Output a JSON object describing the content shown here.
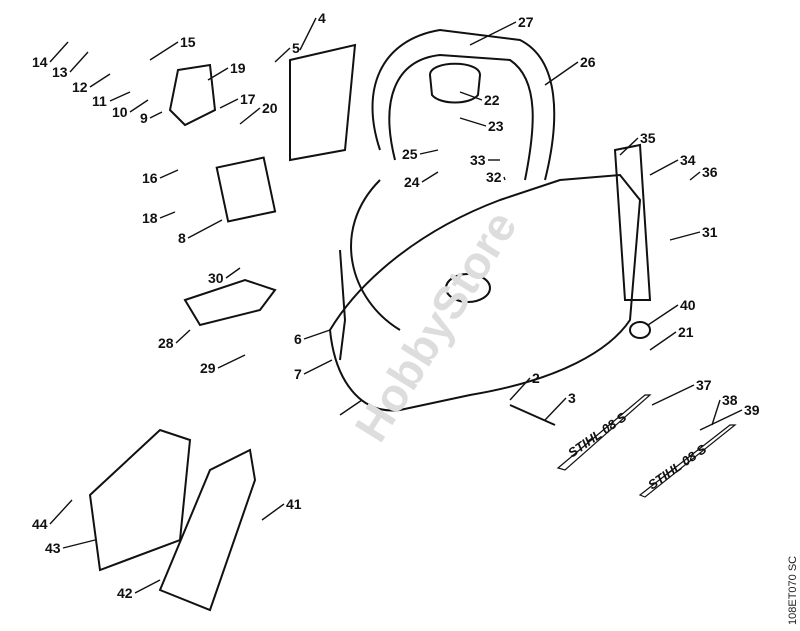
{
  "diagram": {
    "callouts": [
      "14",
      "13",
      "12",
      "11",
      "10",
      "9",
      "15",
      "19",
      "17",
      "20",
      "16",
      "18",
      "8",
      "4",
      "5",
      "27",
      "26",
      "22",
      "23",
      "25",
      "33",
      "32",
      "24",
      "35",
      "34",
      "36",
      "31",
      "30",
      "28",
      "29",
      "6",
      "7",
      "40",
      "21",
      "2",
      "3",
      "37",
      "38",
      "39",
      "44",
      "43",
      "41",
      "42"
    ],
    "plate_text": "STIHL 08 S",
    "drawing_code": "108ET070 SC",
    "watermark": "HobbyStore"
  }
}
